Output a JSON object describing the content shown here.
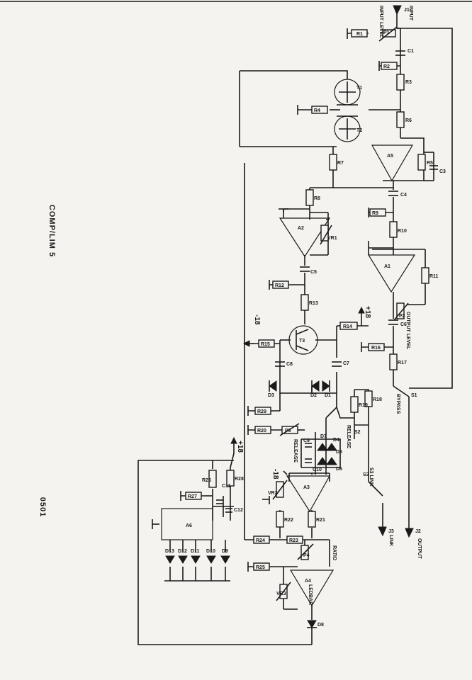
{
  "page": {
    "title": "COMP/LIM 5",
    "page_number": "0501"
  },
  "supply": {
    "pos": "+18",
    "neg": "-18"
  },
  "labels": {
    "R1": "R1",
    "R2": "R2",
    "R3": "R3",
    "R4": "R4",
    "R5": "R5",
    "R6": "R6",
    "R7": "R7",
    "R8": "R8",
    "R9": "R9",
    "R10": "R10",
    "R11": "R11",
    "R12": "R12",
    "R13": "R13",
    "R14": "R14",
    "R15": "R15",
    "R16": "R16",
    "R17": "R17",
    "R18": "R18",
    "R19": "R19",
    "R20": "R20",
    "R21": "R21",
    "R22": "R22",
    "R23": "R23",
    "R24": "R24",
    "R25": "R25",
    "R26": "R26",
    "R27": "R27",
    "R28": "R28",
    "R29": "R29",
    "C1": "C1",
    "C2": "C2",
    "C3": "C3",
    "C4": "C4",
    "C5": "C5",
    "C6": "C6",
    "C7": "C7",
    "C8": "C8",
    "C9": "C9",
    "C10": "C10",
    "C11": "C11",
    "C12": "C12",
    "A1": "A1",
    "A2": "A2",
    "A3": "A3",
    "A4": "A4",
    "A5": "A5",
    "A6": "A6",
    "T1": "T1",
    "T2": "T2",
    "T3": "T3",
    "D1": "D1",
    "D2": "D2",
    "D3": "D3",
    "D4": "D4",
    "D5": "D5",
    "D6": "D6",
    "D7": "D7",
    "D8": "D8",
    "D9": "D9",
    "D10": "D10",
    "D11": "D11",
    "D12": "D12",
    "D13": "D13",
    "VR1": "VR1",
    "VR2": "VR2",
    "VR3": "VR3",
    "P1": "P1",
    "P2": "P2",
    "P3": "P3",
    "P4": "P4",
    "S1": "S1",
    "S2": "S2",
    "S3": "S3",
    "J1": "J1",
    "J2": "J2",
    "J3": "J3",
    "input": "INPUT",
    "input_level": "INPUT LEVEL",
    "output": "OUTPUT",
    "output_level": "OUTPUT LEVEL",
    "bypass": "BYPASS",
    "release": "RELEASE",
    "link": "LINK",
    "s3_link": "S3 LINK",
    "ratio": "RATIO",
    "ledbar": "LEDBAR"
  }
}
